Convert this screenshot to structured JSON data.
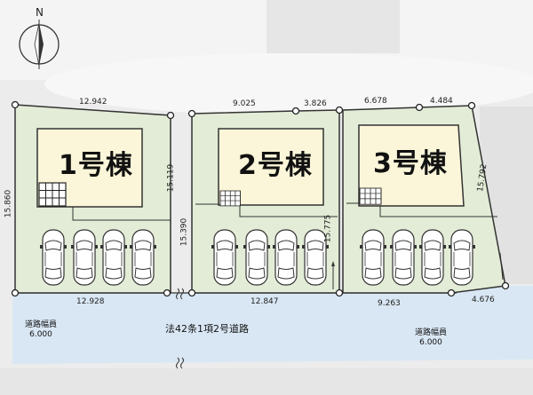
{
  "compass": {
    "north_label": "N",
    "icon": "north-arrow-icon"
  },
  "houses": [
    {
      "label": "1号棟"
    },
    {
      "label": "2号棟"
    },
    {
      "label": "3号棟"
    }
  ],
  "lot_dimensions": {
    "lot1_top": "12.942",
    "lot1_left": "15.860",
    "lot1_right": "15.119",
    "lot1_bottom": "12.928",
    "lot2_top_left": "9.025",
    "lot2_top_right": "3.826",
    "lot2_left": "15.390",
    "lot2_right": "15.775",
    "lot2_bottom": "12.847",
    "lot3_top_left": "6.678",
    "lot3_top_right": "4.484",
    "lot3_right": "15.792",
    "lot3_bottom": "9.263",
    "lot3_corner": "4.676"
  },
  "road": {
    "name": "法42条1項2号道路",
    "width_left_label": "道路幅員",
    "width_left_value": "6.000",
    "width_right_label": "道路幅員",
    "width_right_value": "6.000"
  },
  "colors": {
    "lot_fill": "#e3ecd6",
    "house_fill": "#fbf6d9",
    "road_fill": "#d9e7f4",
    "outline": "#333333"
  }
}
